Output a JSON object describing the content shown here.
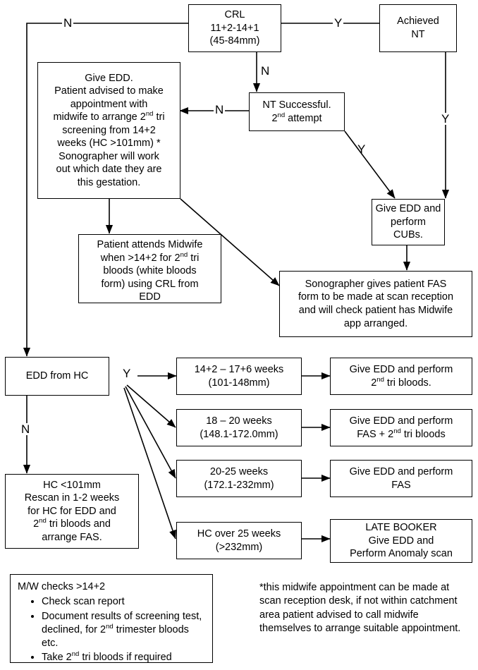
{
  "diagram": {
    "title": "Dating scan / booking ultrasound pathway flowchart",
    "line_color": "#000000",
    "box_border_color": "#000000",
    "background": "#ffffff"
  },
  "nodes": {
    "crl": {
      "lines": [
        "CRL",
        "11+2-14+1",
        "(45-84mm)"
      ]
    },
    "achieved_nt": {
      "lines": [
        "Achieved",
        "NT"
      ]
    },
    "give_edd_patient": {
      "lines": [
        "Give EDD.",
        "Patient advised to make",
        "appointment with",
        "midwife to arrange 2nd tri",
        "screening from 14+2",
        "weeks (HC >101mm) *",
        "Sonographer will work",
        "out which date they are",
        "this gestation."
      ]
    },
    "nt_successful": {
      "lines": [
        "NT Successful.",
        "2nd attempt"
      ]
    },
    "give_edd_cubs": {
      "lines": [
        "Give EDD and",
        "perform",
        "CUBs."
      ]
    },
    "patient_attends_midwife": {
      "lines": [
        "Patient attends Midwife",
        "when >14+2 for 2nd tri",
        "bloods (white bloods",
        "form) using CRL from",
        "EDD"
      ]
    },
    "sonographer_fas": {
      "lines": [
        "Sonographer gives patient FAS",
        "form to be made at scan reception",
        "and will check patient has Midwife",
        "app arranged."
      ]
    },
    "edd_from_hc": {
      "lines": [
        "EDD from HC"
      ]
    },
    "hc_under_101": {
      "lines": [
        "HC <101mm",
        "Rescan in 1-2 weeks",
        "for HC for EDD and",
        "2nd tri bloods and",
        "arrange FAS."
      ]
    },
    "range_14_17": {
      "lines": [
        "14+2 – 17+6 weeks",
        "(101-148mm)"
      ]
    },
    "range_18_20": {
      "lines": [
        "18 – 20 weeks",
        "(148.1-172.0mm)"
      ]
    },
    "range_20_25": {
      "lines": [
        "20-25 weeks",
        "(172.1-232mm)"
      ]
    },
    "range_over_25": {
      "lines": [
        "HC over 25 weeks",
        "(>232mm)"
      ]
    },
    "out_2nd_tri": {
      "lines": [
        "Give EDD and perform",
        "2nd tri bloods."
      ]
    },
    "out_fas_2nd_tri": {
      "lines": [
        "Give EDD and perform",
        "FAS + 2nd tri bloods"
      ]
    },
    "out_fas": {
      "lines": [
        "Give EDD and perform",
        "FAS"
      ]
    },
    "out_late_booker": {
      "lines": [
        "LATE BOOKER",
        "Give EDD and",
        "Perform Anomaly scan"
      ]
    }
  },
  "edge_labels": {
    "crl_no_left": "N",
    "crl_yes_right": "Y",
    "crl_no_down": "N",
    "nt_no_left": "N",
    "nt_yes_diag": "Y",
    "achieved_nt_yes": "Y",
    "edd_hc_yes": "Y",
    "edd_hc_no": "N"
  },
  "notes": {
    "mw_checks": {
      "heading": "M/W checks >14+2",
      "bullets": [
        "Check scan report",
        "Document results of screening test, declined, for 2nd trimester bloods etc.",
        "Take 2nd tri bloods if required"
      ]
    },
    "footnote": {
      "text": "*this midwife appointment can be made at scan reception desk, if not within catchment area patient advised to call midwife themselves to arrange suitable appointment."
    }
  }
}
